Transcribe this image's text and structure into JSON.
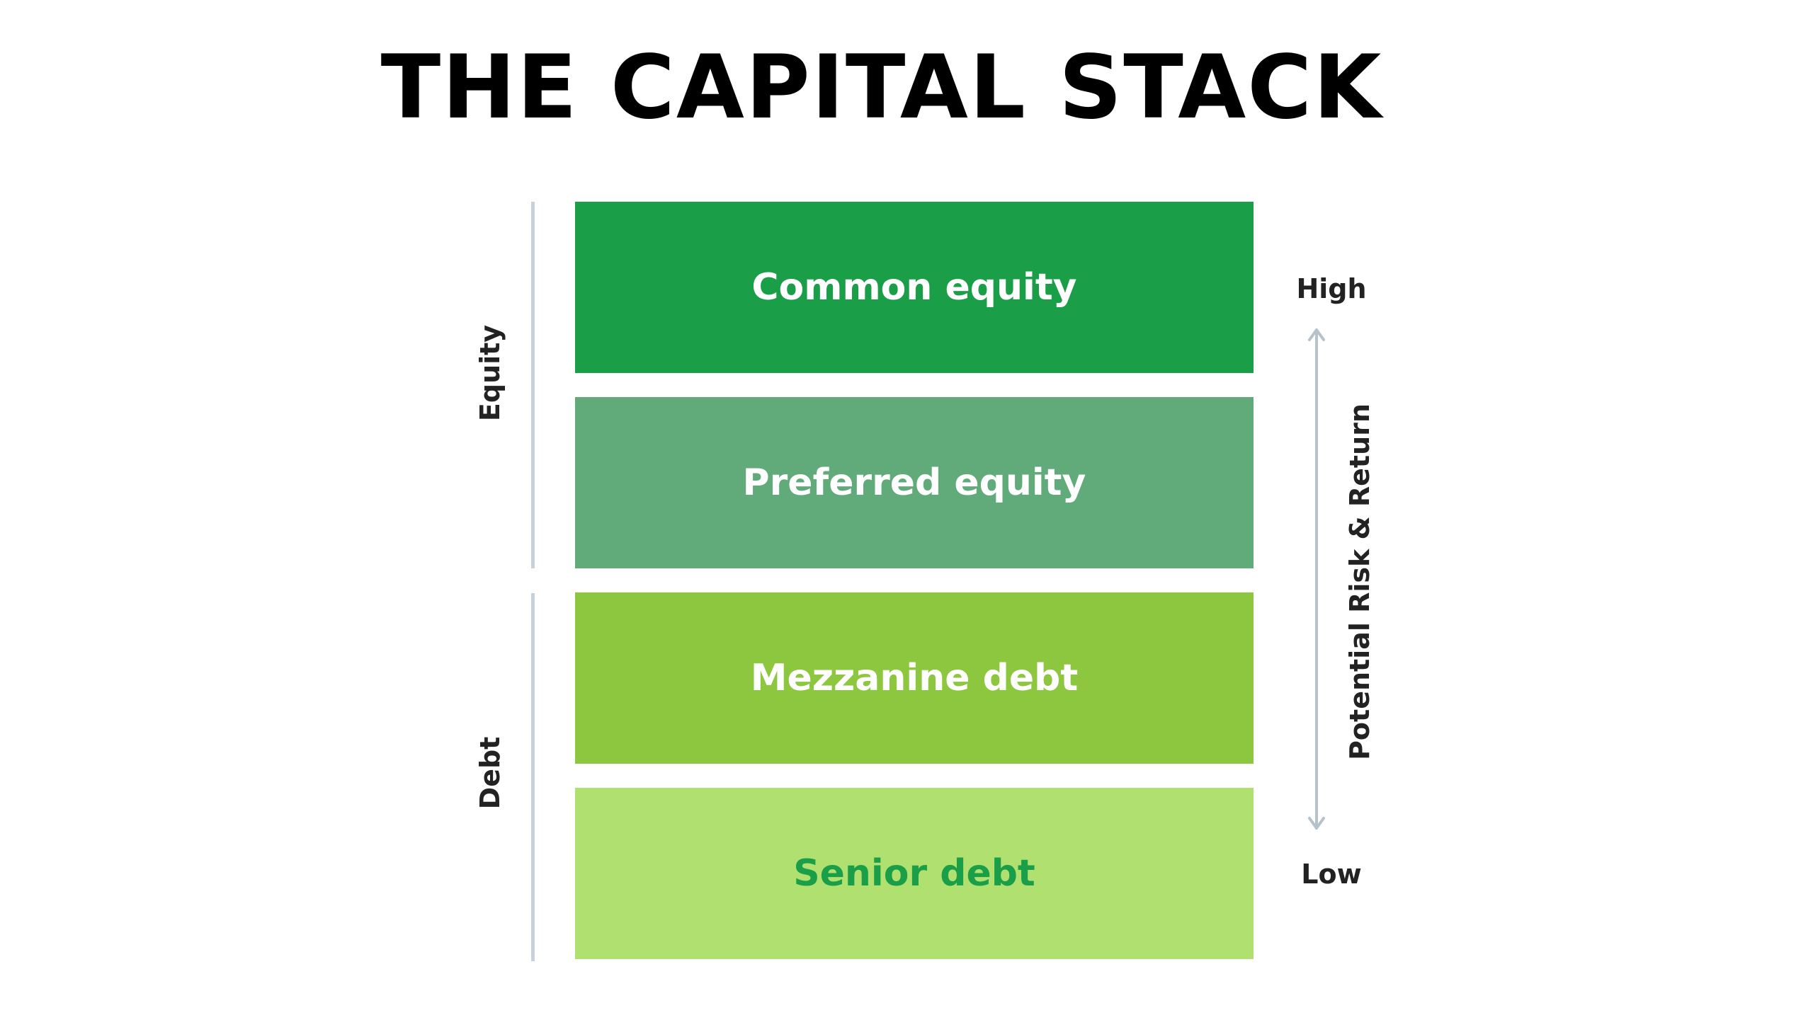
{
  "title": "THE CAPITAL STACK",
  "layers": [
    {
      "label": "Common equity",
      "bg": "#1a9e48",
      "text_color": "#ffffff"
    },
    {
      "label": "Preferred equity",
      "bg": "#61aa7a",
      "text_color": "#ffffff"
    },
    {
      "label": "Mezzanine debt",
      "bg": "#8dc63f",
      "text_color": "#ffffff"
    },
    {
      "label": "Senior debt",
      "bg": "#b0e170",
      "text_color": "#1a9e48"
    }
  ],
  "groups": {
    "equity": "Equity",
    "debt": "Debt"
  },
  "axis": {
    "label": "Potential Risk & Return",
    "high": "High",
    "low": "Low"
  },
  "colors": {
    "bracket": "#c5d2db",
    "arrow": "#b5c2cb",
    "text_dark": "#222222"
  }
}
